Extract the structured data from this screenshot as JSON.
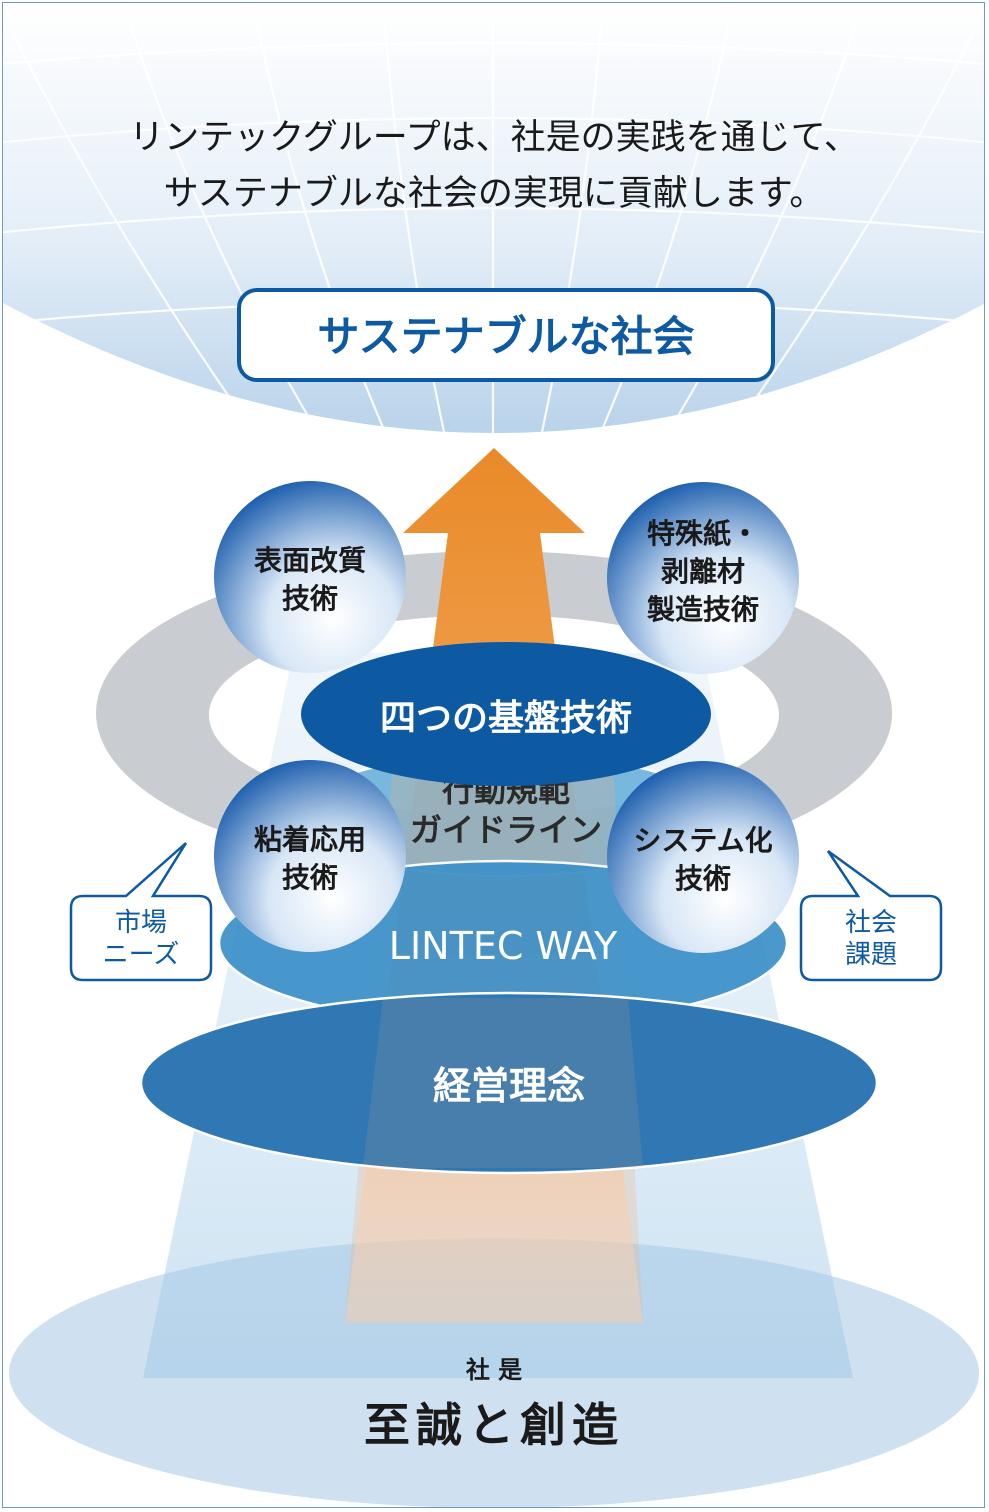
{
  "intro": {
    "line1": "リンテックグループは、社是の実践を通じて、",
    "line2": "サステナブルな社会の実現に貢献します。"
  },
  "goal": {
    "label": "サステナブルな社会"
  },
  "core_technologies": {
    "label": "四つの基盤技術",
    "items": [
      {
        "lines": [
          "表面改質",
          "技術"
        ]
      },
      {
        "lines": [
          "特殊紙・",
          "剥離材",
          "製造技術"
        ]
      },
      {
        "lines": [
          "粘着応用",
          "技術"
        ]
      },
      {
        "lines": [
          "システム化",
          "技術"
        ]
      }
    ]
  },
  "drivers": {
    "market_needs": [
      "市場",
      "ニーズ"
    ],
    "social_issues": [
      "社会",
      "課題"
    ]
  },
  "foundation": {
    "code_of_conduct": [
      "行動規範",
      "ガイドライン"
    ],
    "lintec_way": "LINTEC WAY",
    "management_philosophy": "経営理念",
    "motto_caption": "社 是",
    "motto": "至誠と創造"
  },
  "colors": {
    "frame": "#6f97c9",
    "dark_blue": "#0d5aa3",
    "navy_text": "#173a6b",
    "arrow_orange": "#ea8a2a",
    "ring_gray": "#c9cdd1",
    "philosophy_blue": "#2f78b3",
    "way_blue": "#3d91c9",
    "conduct_blue": "#6cb2dc"
  }
}
